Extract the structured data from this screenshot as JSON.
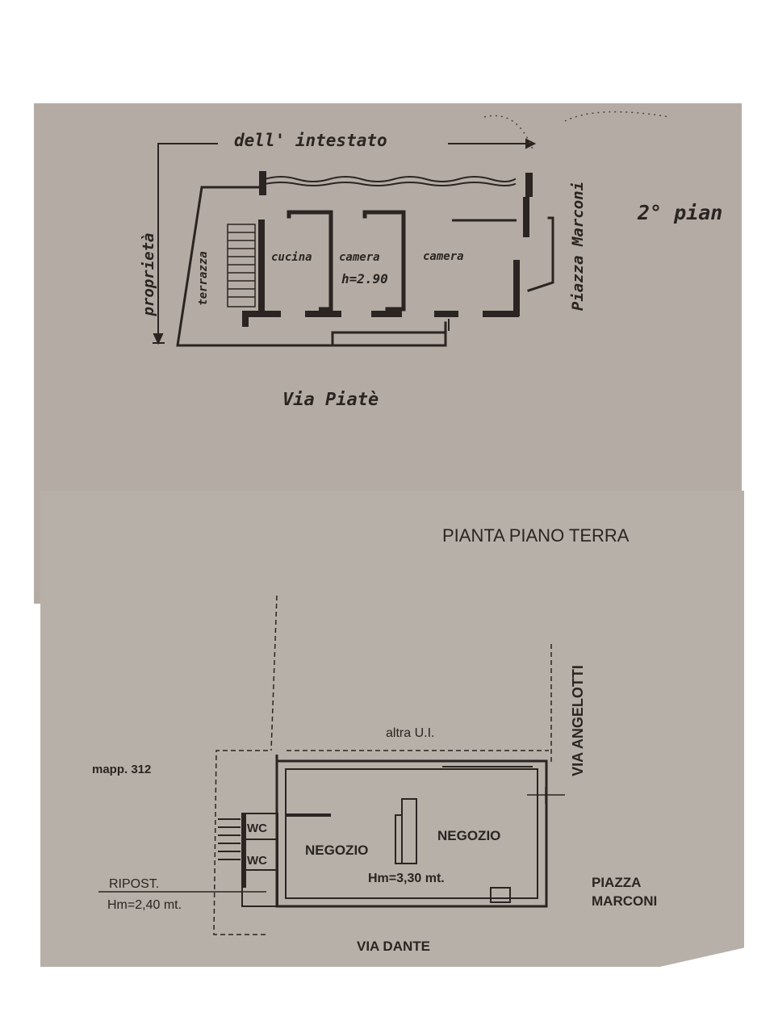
{
  "upper_plan": {
    "floor_label": "2° pian",
    "top_label": "dell' intestato",
    "left_label": "proprietà",
    "right_street": "Piazza Marconi",
    "bottom_street": "Via Piatè",
    "rooms": {
      "terrace": "terrazza",
      "kitchen": "cucina",
      "bedroom_1": "camera",
      "bedroom_2": "camera",
      "height": "h=2.90"
    }
  },
  "ground_plan": {
    "title": "PIANTA PIANO TERRA",
    "top_neighbor": "altra U.I.",
    "right_street_top": "VIA ANGELOTTI",
    "left_parcel": "mapp. 312",
    "storage_label": "RIPOST.",
    "storage_height": "Hm=2,40 mt.",
    "wc_1": "WC",
    "wc_2": "WC",
    "shop_1": "NEGOZIO",
    "shop_2": "NEGOZIO",
    "shop_height": "Hm=3,30 mt.",
    "square_line1": "PIAZZA",
    "square_line2": "MARCONI",
    "bottom_street": "VIA DANTE"
  }
}
